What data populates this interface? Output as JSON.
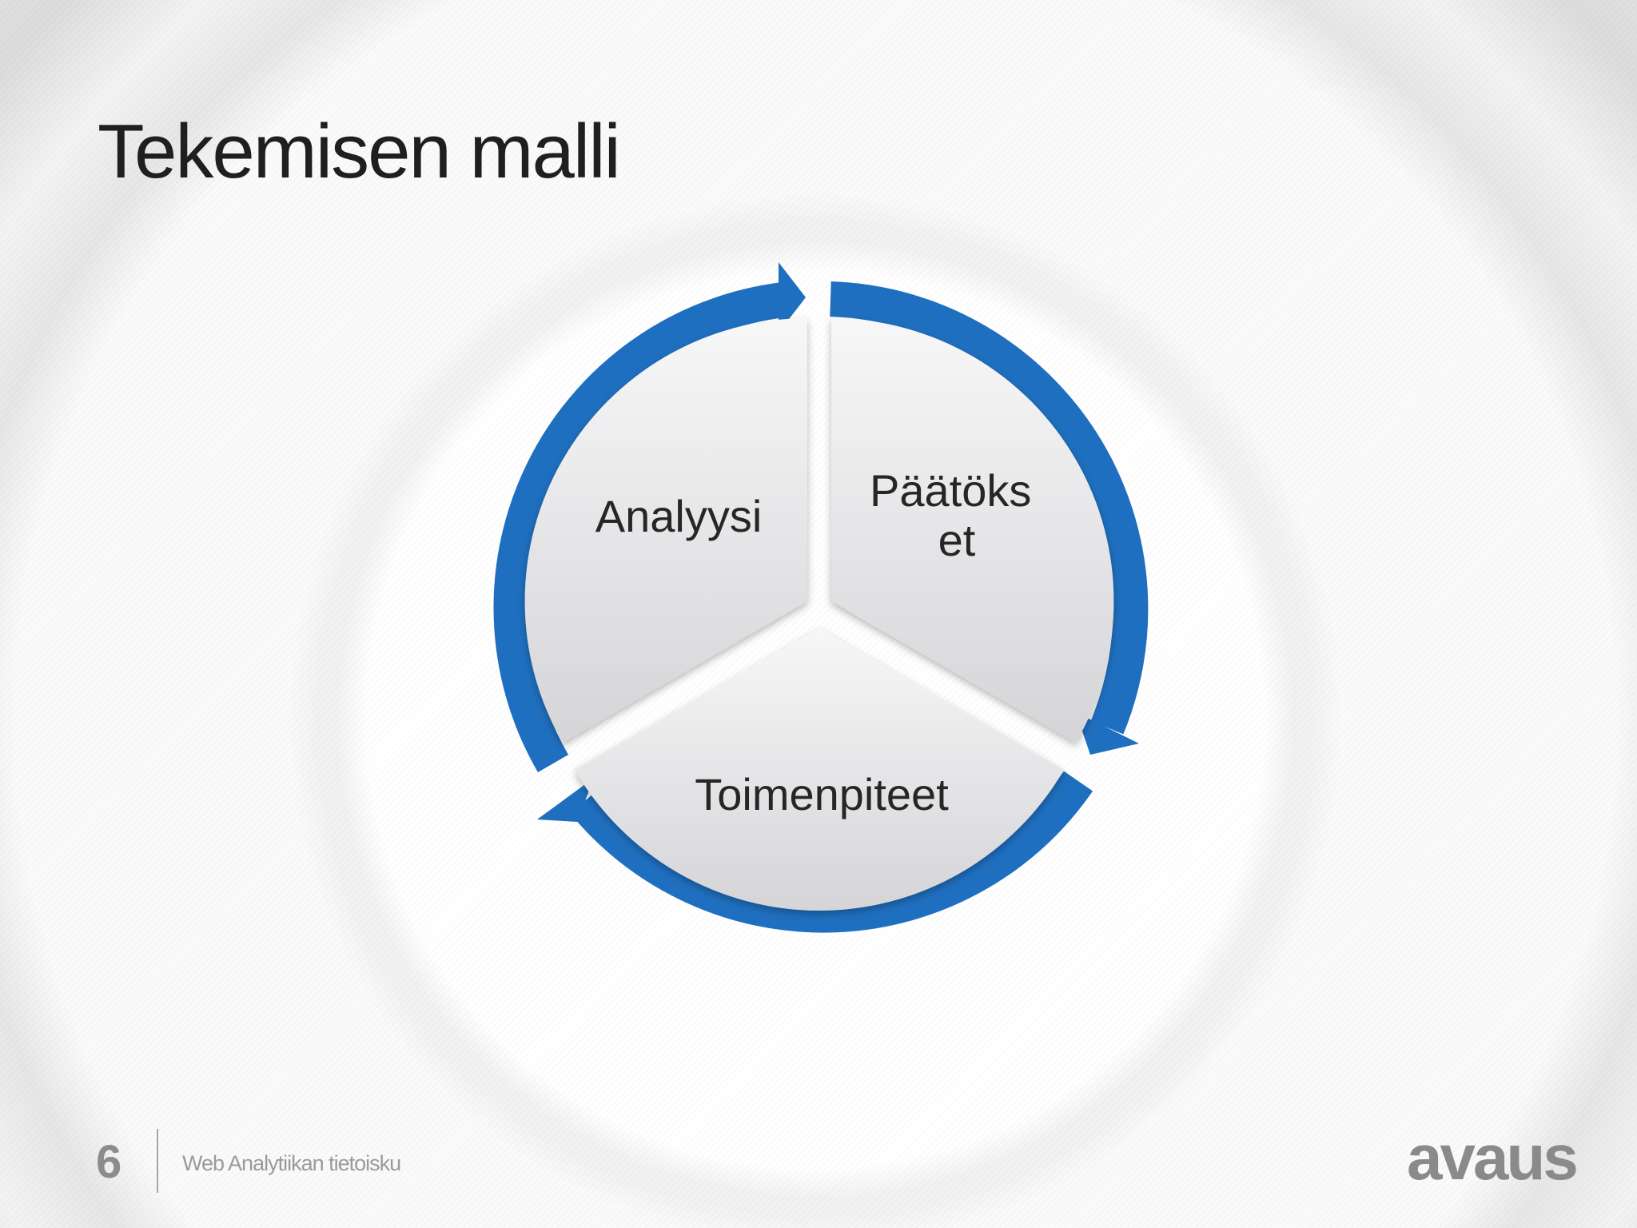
{
  "slide": {
    "title": "Tekemisen malli",
    "page_number": "6",
    "footer_text": "Web Analytiikan tietoisku",
    "logo_text": "avaus"
  },
  "cycle": {
    "accent_color": "#1f6fc0",
    "segments": [
      {
        "label_lines": [
          "Analyysi"
        ]
      },
      {
        "label_lines": [
          "Päätöks",
          "et"
        ]
      },
      {
        "label_lines": [
          "Toimenpiteet"
        ]
      }
    ]
  },
  "icons": [
    "arrow-head-icon",
    "arrow-head-icon",
    "arrow-head-icon"
  ]
}
